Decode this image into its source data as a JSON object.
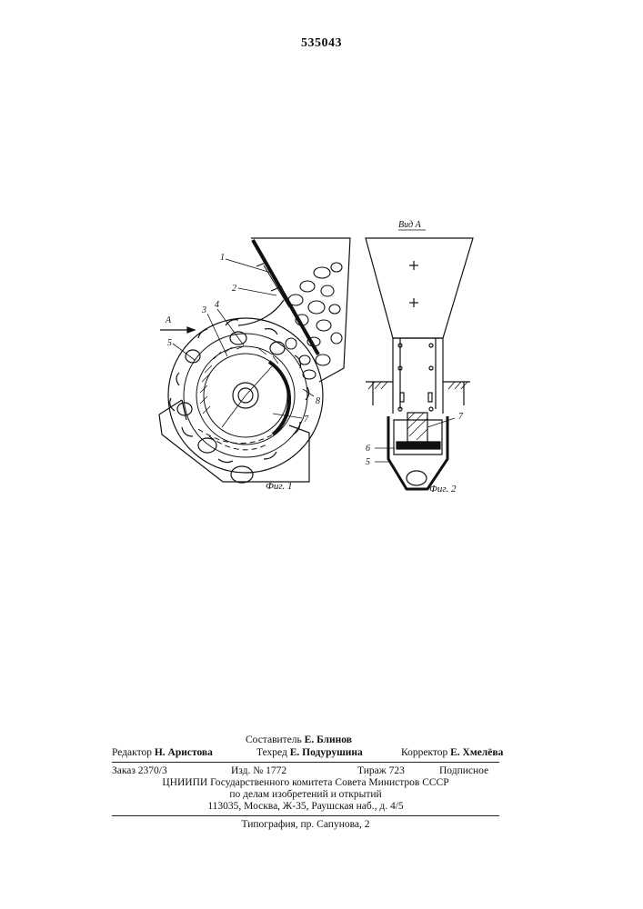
{
  "header": {
    "patent_number": "535043"
  },
  "figure1": {
    "caption": "Фиг. 1",
    "arrow_label": "A",
    "labels": [
      "1",
      "2",
      "3",
      "4",
      "5",
      "7",
      "8"
    ]
  },
  "figure2": {
    "caption": "Фиг. 2",
    "view_label": "Вид А",
    "labels": [
      "7",
      "6",
      "5"
    ]
  },
  "imprint": {
    "compiler_role": "Составитель",
    "compiler_name": "Е. Блинов",
    "editor_role": "Редактор",
    "editor_name": "Н. Аристова",
    "techred_role": "Техред",
    "techred_name": "Е. Подурушина",
    "corrector_role": "Корректор",
    "corrector_name": "Е. Хмелёва",
    "order": "Заказ 2370/3",
    "edition_no": "Изд. № 1772",
    "print_run": "Тираж 723",
    "subscription": "Подписное",
    "org_line1": "ЦНИИПИ Государственного комитета Совета Министров СССР",
    "org_line2": "по делам изобретений и открытий",
    "address": "113035, Москва, Ж-35, Раушская наб., д. 4/5",
    "printing_house": "Типография, пр. Сапунова, 2"
  }
}
